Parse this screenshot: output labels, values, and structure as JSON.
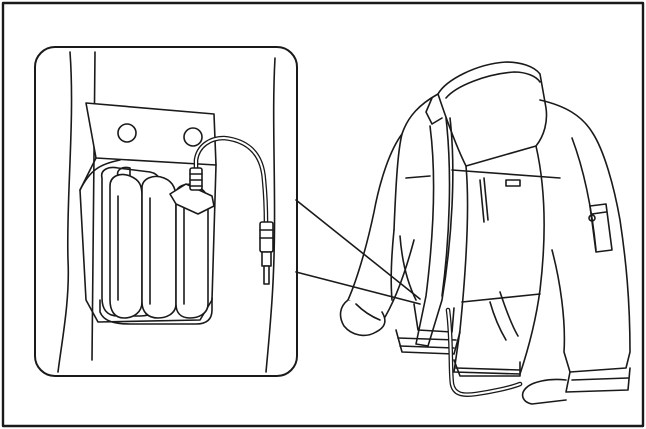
{
  "illustration": {
    "line_color": "#1a1a1a",
    "background_color": "#ffffff",
    "parts": [
      "outer-frame",
      "inset-callout-box",
      "battery-pack",
      "battery-cable",
      "cable-plug",
      "pocket-flap",
      "jacket",
      "jacket-cable"
    ]
  }
}
